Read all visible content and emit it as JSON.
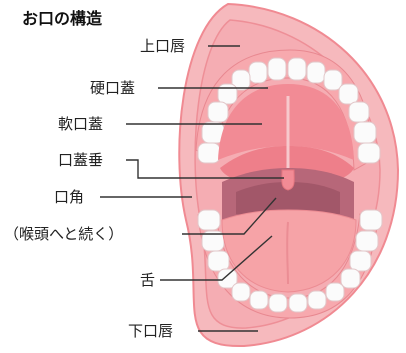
{
  "diagram": {
    "title": "お口の構造",
    "labels": {
      "upper_lip": "上口唇",
      "hard_palate": "硬口蓋",
      "soft_palate": "軟口蓋",
      "uvula": "口蓋垂",
      "mouth_corner": "口角",
      "pharynx_note": "（喉頭へと続く）",
      "tongue": "舌",
      "lower_lip": "下口唇"
    },
    "colors": {
      "lip": "#f6b9bd",
      "lip_outline": "#f08a92",
      "gum": "#f7a9ae",
      "palate": "#f28b95",
      "throat": "#b76779",
      "tongue": "#f6a3a7",
      "teeth": "#fbfbfb",
      "leader_line": "#333333"
    }
  }
}
